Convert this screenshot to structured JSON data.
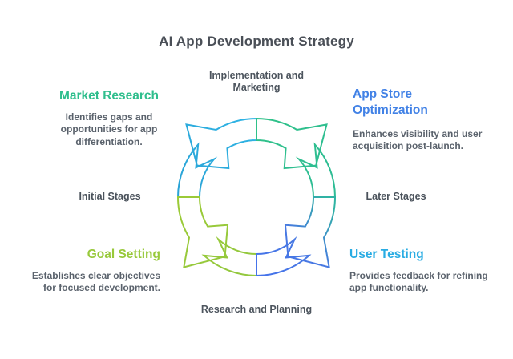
{
  "title": "AI App Development Strategy",
  "cycle": {
    "top_label": "Implementation and Marketing",
    "bottom_label": "Research and Planning",
    "left_stage_label": "Initial Stages",
    "right_stage_label": "Later Stages"
  },
  "sections": {
    "market_research": {
      "heading": "Market Research",
      "description": "Identifies gaps and opportunities for app differentiation.",
      "color": "#2FBE8D"
    },
    "app_store_optimization": {
      "heading": "App Store Optimization",
      "description": "Enhances visibility and user acquisition post-launch.",
      "color": "#4282E6"
    },
    "goal_setting": {
      "heading": "Goal Setting",
      "description": "Establishes clear objectives for focused development.",
      "color": "#98C93B"
    },
    "user_testing": {
      "heading": "User Testing",
      "description": "Provides feedback for refining app functionality.",
      "color": "#29ACE3"
    }
  },
  "ring": {
    "quadrants": [
      {
        "id": "top-left",
        "colors": [
          "#2EB3E4",
          "#2AA3D6"
        ]
      },
      {
        "id": "bottom-left",
        "colors": [
          "#9BCA37",
          "#93C83E"
        ]
      },
      {
        "id": "top-right",
        "colors": [
          "#2FC189",
          "#2EBC95"
        ]
      },
      {
        "id": "bottom-right",
        "colors": [
          "#2FB3A3",
          "#4879E2",
          "#4573EA"
        ]
      }
    ]
  },
  "colors": {
    "background": "#FFFFFF",
    "title_text": "#4A4F57",
    "body_text": "#5A626C",
    "stage_text": "#4A525B"
  }
}
